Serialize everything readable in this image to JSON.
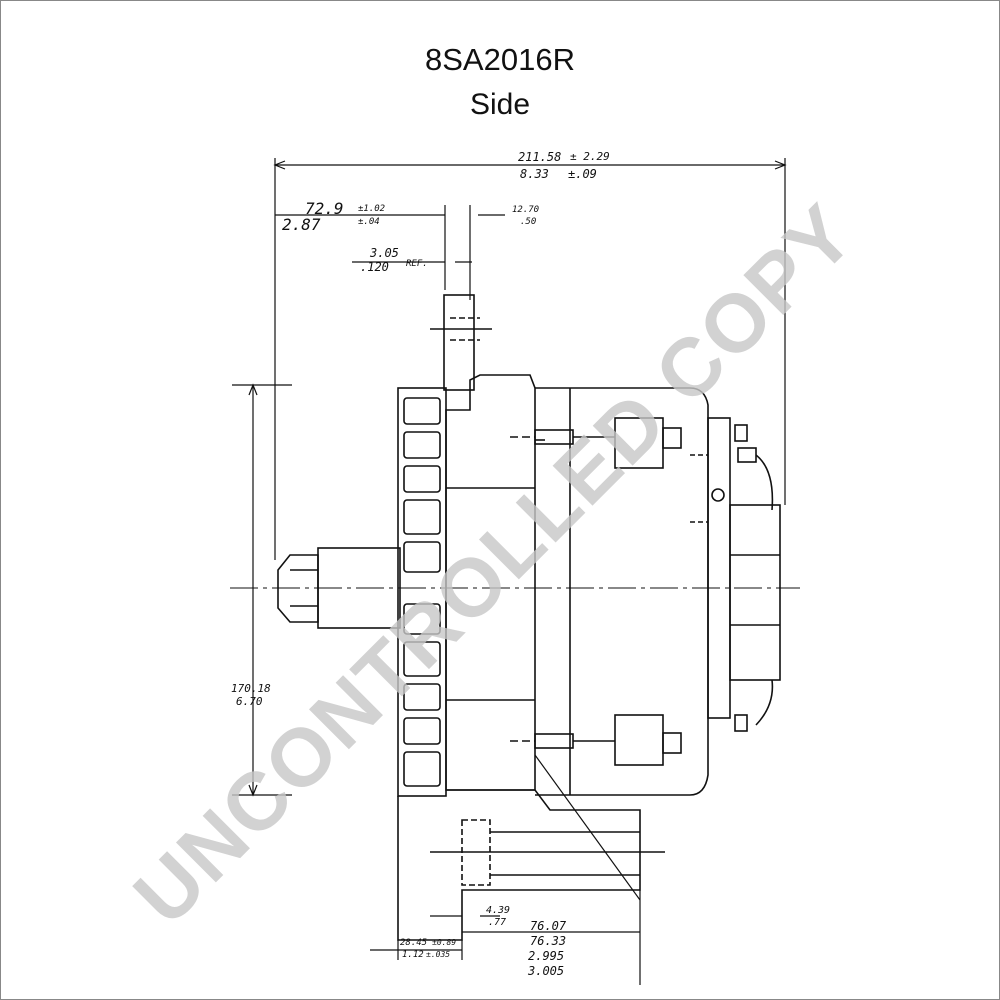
{
  "header": {
    "part_number": "8SA2016R",
    "view": "Side"
  },
  "dimensions": {
    "overall_mm": "211.58",
    "overall_mm_tol": "± 2.29",
    "overall_in": "8.33",
    "overall_in_tol": "±.09",
    "front_mm": "72.9",
    "front_mm_tol": "±1.02",
    "front_in": "2.87",
    "front_in_tol": "±.04",
    "ref_mm": "3.05",
    "ref_in": ".120",
    "ref_label": "REF.",
    "flange_mm": "12.70",
    "flange_in": ".50",
    "height_mm": "170.18",
    "height_in": "6.70",
    "foot_mm": "4.39",
    "foot_in": ".77",
    "bore_mm": "28.45",
    "bore_mm_tol": "±0.89",
    "bore_in": "1.12",
    "bore_in_tol": "±.035",
    "mount_a": "76.07",
    "mount_b": "76.33",
    "mount_c": "2.995",
    "mount_d": "3.005"
  },
  "watermark": "UNCONTROLLED COPY"
}
